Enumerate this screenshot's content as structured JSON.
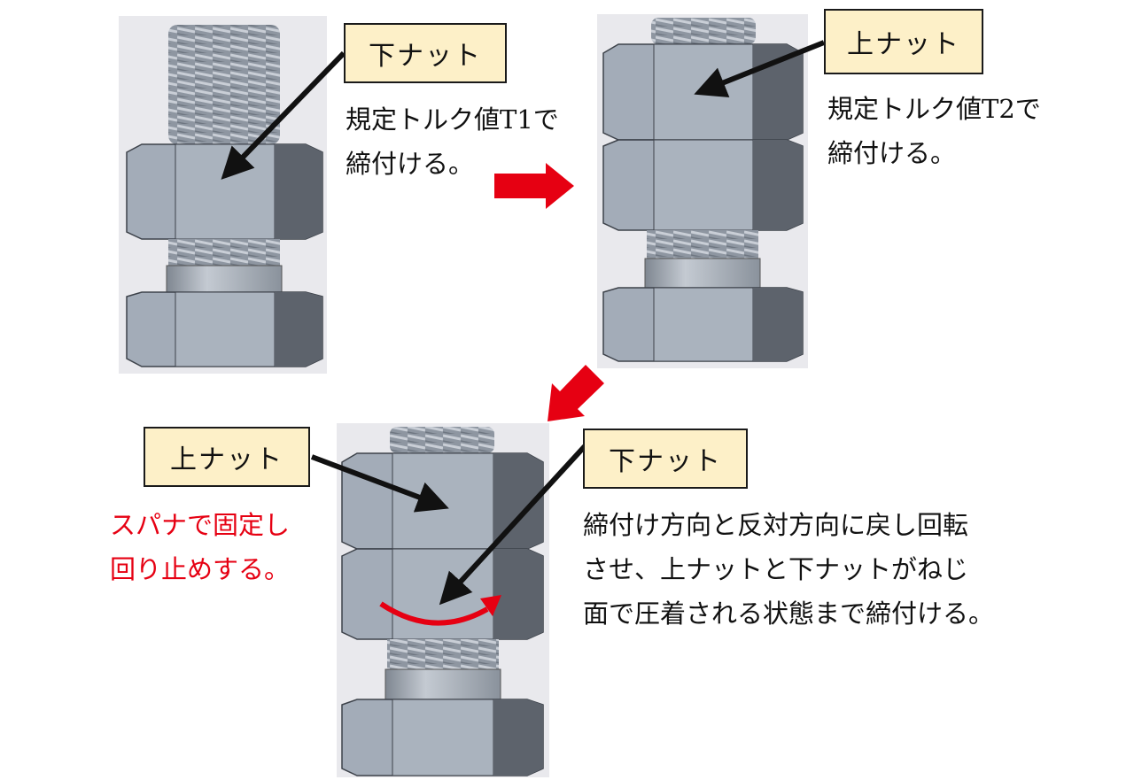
{
  "step1": {
    "label": "下ナット",
    "lines": [
      "規定トルク値T1で",
      "締付ける。"
    ]
  },
  "step2": {
    "label": "上ナット",
    "lines": [
      "規定トルク値T2で",
      "締付ける。"
    ]
  },
  "step3": {
    "upper_label": "上ナット",
    "upper_lines": [
      "スパナで固定し",
      "回り止めする。"
    ],
    "lower_label": "下ナット",
    "lower_lines": [
      "締付け方向と反対方向に戻し回転",
      "させ、上ナットと下ナットがねじ",
      "面で圧着される状態まで締付ける。"
    ]
  },
  "colors": {
    "label_fill": "#fdf0c8",
    "panel_bg": "#e9e9ed",
    "hex_face": "#a3acb8",
    "hex_dark": "#5d636c",
    "thread": "#9fa6b0",
    "arrow_red": "#e60012"
  },
  "icons": [
    "red-flow-arrow",
    "black-pointer-arrow",
    "red-rotation-arrow"
  ]
}
